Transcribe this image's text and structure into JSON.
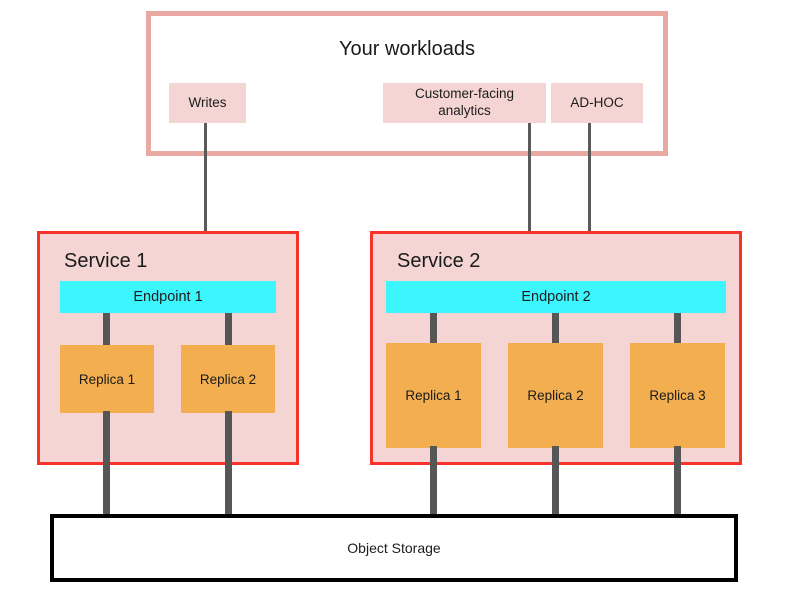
{
  "diagram": {
    "title": "Your workloads",
    "workloads": [
      {
        "label": "Writes"
      },
      {
        "label": "Customer-facing analytics"
      },
      {
        "label": "AD-HOC"
      }
    ],
    "services": [
      {
        "title": "Service 1",
        "endpoint": "Endpoint 1",
        "replicas": [
          {
            "label": "Replica 1"
          },
          {
            "label": "Replica 2"
          }
        ]
      },
      {
        "title": "Service 2",
        "endpoint": "Endpoint 2",
        "replicas": [
          {
            "label": "Replica 1"
          },
          {
            "label": "Replica 2"
          },
          {
            "label": "Replica 3"
          }
        ]
      }
    ],
    "storage": {
      "label": "Object Storage"
    },
    "colors": {
      "workload_panel_border": "#e9a8a2",
      "workload_box_fill": "#f4d5d3",
      "service_border": "#f8312a",
      "service_fill": "#f4d5d3",
      "endpoint_fill": "#3df5fc",
      "replica_fill": "#f3ae4f",
      "connector": "#565656",
      "arrow": "#5a5a5a",
      "storage_border": "#000000",
      "background": "#ffffff"
    }
  }
}
